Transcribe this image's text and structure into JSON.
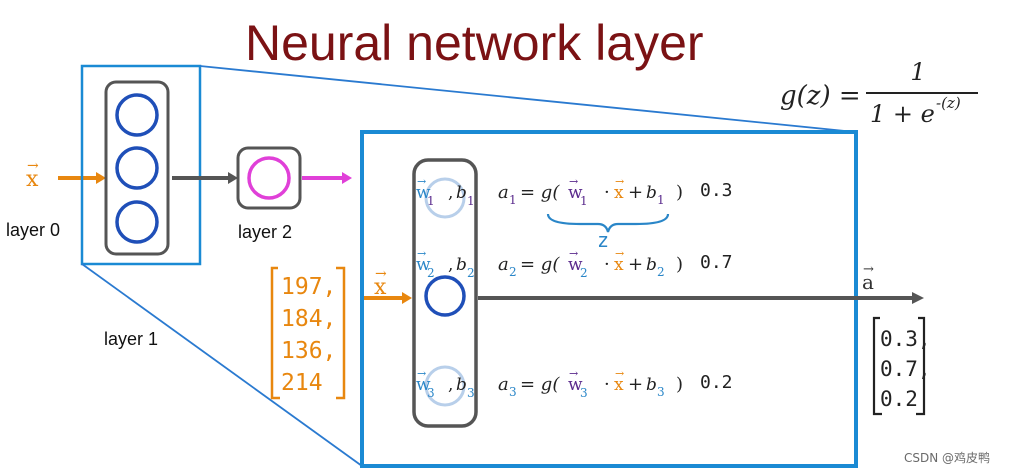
{
  "title": "Neural network layer",
  "activation": {
    "lhs": "g(z) =",
    "numerator": "1",
    "denominator": "1 + e",
    "exponent": "-(z)"
  },
  "network": {
    "input_label": "x",
    "layer0_label": "layer 0",
    "layer1_label": "layer 1",
    "layer2_label": "layer 2"
  },
  "zoom": {
    "input_label": "x",
    "input_values": [
      "197,",
      "184,",
      "136,",
      "214"
    ],
    "output_label": "a",
    "neurons": [
      {
        "w": "w",
        "w_sub": "1",
        "b": "b",
        "b_sub": "1",
        "a": "a",
        "a_sub": "1",
        "eq": "= g(",
        "dot": "·",
        "x": "x",
        "plus": "+",
        "b_eq": "b",
        "close": ")",
        "value": "0.3"
      },
      {
        "w": "w",
        "w_sub": "2",
        "b": "b",
        "b_sub": "2",
        "a": "a",
        "a_sub": "2",
        "eq": "= g(",
        "dot": "·",
        "x": "x",
        "plus": "+",
        "b_eq": "b",
        "close": ")",
        "value": "0.7"
      },
      {
        "w": "w",
        "w_sub": "3",
        "b": "b",
        "b_sub": "3",
        "a": "a",
        "a_sub": "3",
        "eq": "= g(",
        "dot": "·",
        "x": "x",
        "plus": "+",
        "b_eq": "b",
        "close": ")",
        "value": "0.2"
      }
    ],
    "z_label": "z",
    "output_values": [
      "0.3,",
      "0.7,",
      "0.2"
    ]
  },
  "watermark": "CSDN @鸡皮鸭",
  "colors": {
    "title": "#7b1214",
    "blue_frame": "#1a8ad4",
    "neuron_blue": "#1f4fb8",
    "magenta": "#e040d8",
    "orange": "#e8870f",
    "dark_gray": "#555555",
    "purple": "#5a2a8c",
    "light_blue": "#2a86c8"
  }
}
